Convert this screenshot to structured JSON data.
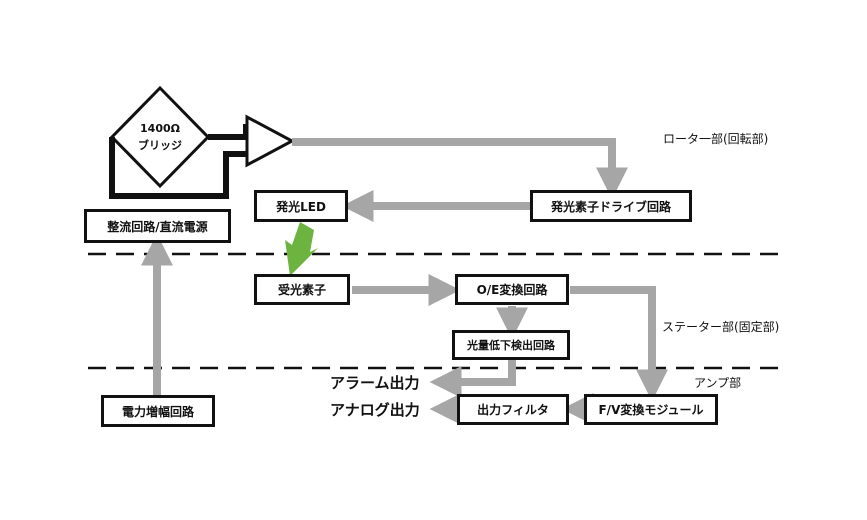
{
  "bridge": {
    "line1": "1400Ω",
    "line2": "ブリッジ"
  },
  "zones": {
    "rotor": "ロータ一部(回転部)",
    "stator": "ステーター部(固定部)",
    "amp": "アンプ部"
  },
  "blocks": {
    "rectifier": "整流回路/直流電源",
    "led": "発光LED",
    "led_drive": "発光素子ドライブ回路",
    "photodetector": "受光素子",
    "oe_converter": "O/E変換回路",
    "light_drop_detector": "光量低下検出回路",
    "power_amp": "電力増幅回路",
    "output_filter": "出力フィルタ",
    "fv_module": "F/V変換モジュール"
  },
  "outputs": {
    "alarm": "アラーム出力",
    "analog": "アナログ出力"
  },
  "colors": {
    "arrow": "#a6a6a6",
    "line": "#111111",
    "lightning": "#6db33f"
  }
}
